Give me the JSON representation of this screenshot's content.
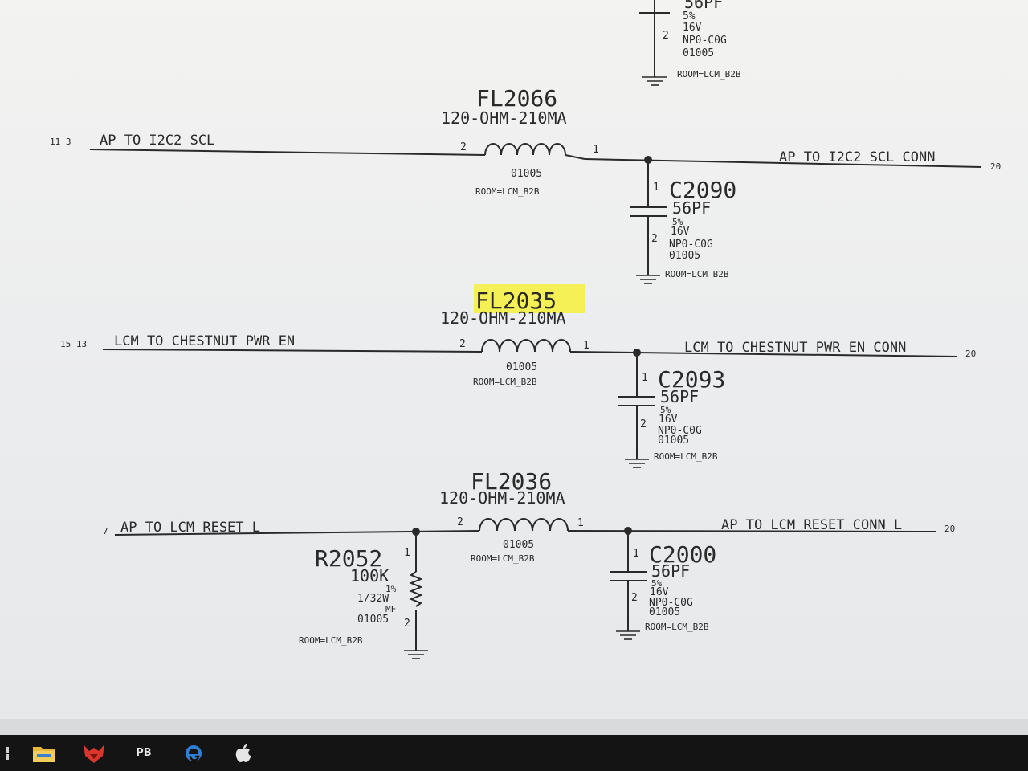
{
  "top_cap": {
    "value_partial": "56PF",
    "tolerance": "5%",
    "voltage": "16V",
    "dielectric": "NP0-C0G",
    "package": "01005",
    "room": "ROOM=LCM_B2B",
    "pin2": "2"
  },
  "rows": [
    {
      "left_refs": "11 3",
      "left_net": "AP TO I2C2 SCL",
      "right_net": "AP TO I2C2 SCL CONN",
      "right_ref": "20",
      "filter": {
        "ref": "FL2066",
        "value": "120-OHM-210MA",
        "package": "01005",
        "room": "ROOM=LCM_B2B",
        "pin_left": "2",
        "pin_right": "1",
        "highlighted": false
      },
      "cap": {
        "ref": "C2090",
        "value": "56PF",
        "tolerance": "5%",
        "voltage": "16V",
        "dielectric": "NP0-C0G",
        "package": "01005",
        "room": "ROOM=LCM_B2B",
        "pin1": "1",
        "pin2": "2"
      }
    },
    {
      "left_refs": "15 13",
      "left_net": "LCM TO CHESTNUT PWR EN",
      "right_net": "LCM TO CHESTNUT PWR EN CONN",
      "right_ref": "20",
      "filter": {
        "ref": "FL2035",
        "value": "120-OHM-210MA",
        "package": "01005",
        "room": "ROOM=LCM_B2B",
        "pin_left": "2",
        "pin_right": "1",
        "highlighted": true,
        "highlight_color": "#f4f03a"
      },
      "cap": {
        "ref": "C2093",
        "value": "56PF",
        "tolerance": "5%",
        "voltage": "16V",
        "dielectric": "NP0-C0G",
        "package": "01005",
        "room": "ROOM=LCM_B2B",
        "pin1": "1",
        "pin2": "2"
      }
    },
    {
      "left_refs": "7",
      "left_net": "AP TO LCM RESET L",
      "right_net": "AP TO LCM RESET CONN L",
      "right_ref": "20",
      "filter": {
        "ref": "FL2036",
        "value": "120-OHM-210MA",
        "package": "01005",
        "room": "ROOM=LCM_B2B",
        "pin_left": "2",
        "pin_right": "1",
        "highlighted": false
      },
      "cap": {
        "ref": "C2000",
        "value": "56PF",
        "tolerance": "5%",
        "voltage": "16V",
        "dielectric": "NP0-C0G",
        "package": "01005",
        "room": "ROOM=LCM_B2B",
        "pin1": "1",
        "pin2": "2"
      },
      "resistor": {
        "ref": "R2052",
        "value": "100K",
        "tolerance": "1%",
        "power": "1/32W",
        "type": "MF",
        "package": "01005",
        "room": "ROOM=LCM_B2B",
        "pin1": "1",
        "pin2": "2"
      }
    }
  ],
  "taskbar": {
    "items": [
      {
        "name": "start",
        "icon": "windows-icon"
      },
      {
        "name": "file-explorer",
        "icon": "folder-icon"
      },
      {
        "name": "red-app",
        "icon": "fox-icon"
      },
      {
        "name": "pb-app",
        "label": "PB"
      },
      {
        "name": "edge",
        "icon": "edge-icon"
      },
      {
        "name": "apple-app",
        "icon": "apple-icon"
      }
    ],
    "colors": {
      "background": "#141414",
      "folder": "#e8b83a",
      "red_app": "#d8362b",
      "edge": "#2f7fd6"
    }
  }
}
